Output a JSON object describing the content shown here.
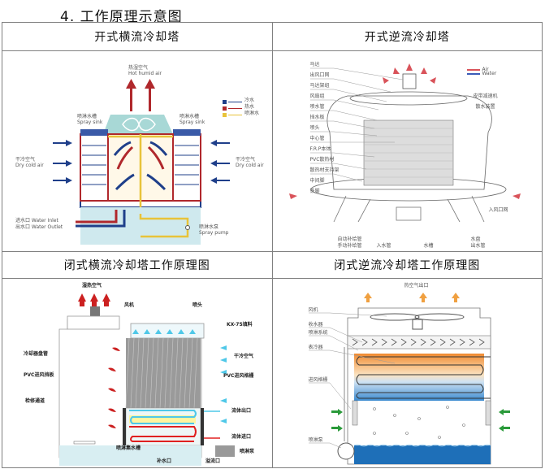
{
  "heading": "4. 工作原理示意图",
  "panels": {
    "open_crossflow": {
      "title": "开式横流冷却塔",
      "labels": {
        "hot_air_cn": "热湿空气",
        "hot_air_en": "Hot humid air",
        "spray_sink_left_cn": "喷淋水槽",
        "spray_sink_left_en": "Spray sink",
        "spray_sink_right_cn": "喷淋水槽",
        "spray_sink_right_en": "Spray sink",
        "dry_air_left_cn": "干冷空气",
        "dry_air_left_en": "Dry cold air",
        "dry_air_right_cn": "干冷空气",
        "dry_air_right_en": "Dry cold air",
        "inlet": "进水口   Water   Inlet",
        "outlet": "出水口   Water   Outlet",
        "pump_cn": "喷淋水泵",
        "pump_en": "Spray pump"
      },
      "legend": [
        {
          "label": "冷水",
          "color": "#1f3f8a"
        },
        {
          "label": "热水",
          "color": "#b0282c"
        },
        {
          "label": "喷淋水",
          "color": "#e8c33a"
        }
      ]
    },
    "open_counterflow": {
      "title": "开式逆流冷却塔",
      "left_labels": [
        "马达",
        "出风口网",
        "马达架组",
        "风扇组",
        "喷水管",
        "挡水板",
        "喷头",
        "中心管",
        "F.R.P本体",
        "PVC散热材",
        "散热材支持架",
        "中间脚",
        "铁脚"
      ],
      "right_labels": [
        "皮带减速机",
        "散水装置"
      ],
      "legend": [
        {
          "label": "Air",
          "color": "#d9535a"
        },
        {
          "label": "Water",
          "color": "#3b5cb8"
        }
      ],
      "bottom_labels": {
        "inlet_net": "入风口网",
        "auto_fill": "自动补给管",
        "manual_fill": "手动补给管",
        "water_in": "入水管",
        "tank": "水槽",
        "basin": "水盘",
        "water_out": "出水管"
      }
    },
    "closed_crossflow": {
      "title": "闭式横流冷却塔工作原理图",
      "labels": {
        "hot_air": "湿热空气",
        "fan": "风机",
        "nozzle": "喷头",
        "fill": "KX-75填料",
        "coil": "冷却器盘管",
        "pvc_louver_left": "PVC进风挡板",
        "access": "检修通道",
        "dry_air": "干冷空气",
        "pvc_louver_right": "PVC进风格栅",
        "fluid_out": "流体出口",
        "fluid_in": "流体进口",
        "basin": "喷淋集水槽",
        "pump": "喷淋泵",
        "makeup": "补水口",
        "overflow": "溢流口"
      }
    },
    "closed_counterflow": {
      "title": "闭式逆流冷却塔工作原理图",
      "labels": {
        "hot_air_out": "热空气出口",
        "fan": "风机",
        "eliminator": "收水器",
        "spray": "喷淋系统",
        "coil": "表冷器",
        "louver": "进风格栅",
        "pump": "喷淋泵"
      }
    }
  },
  "colors": {
    "border": "#808080",
    "hot": "#b0282c",
    "cold": "#1f3f8a",
    "spray": "#e8c33a",
    "teal": "#a8d8d6",
    "orange": "#f0a040",
    "blue": "#3a8ad0",
    "green": "#2a9a3a",
    "cyan": "#4fc8e8"
  }
}
